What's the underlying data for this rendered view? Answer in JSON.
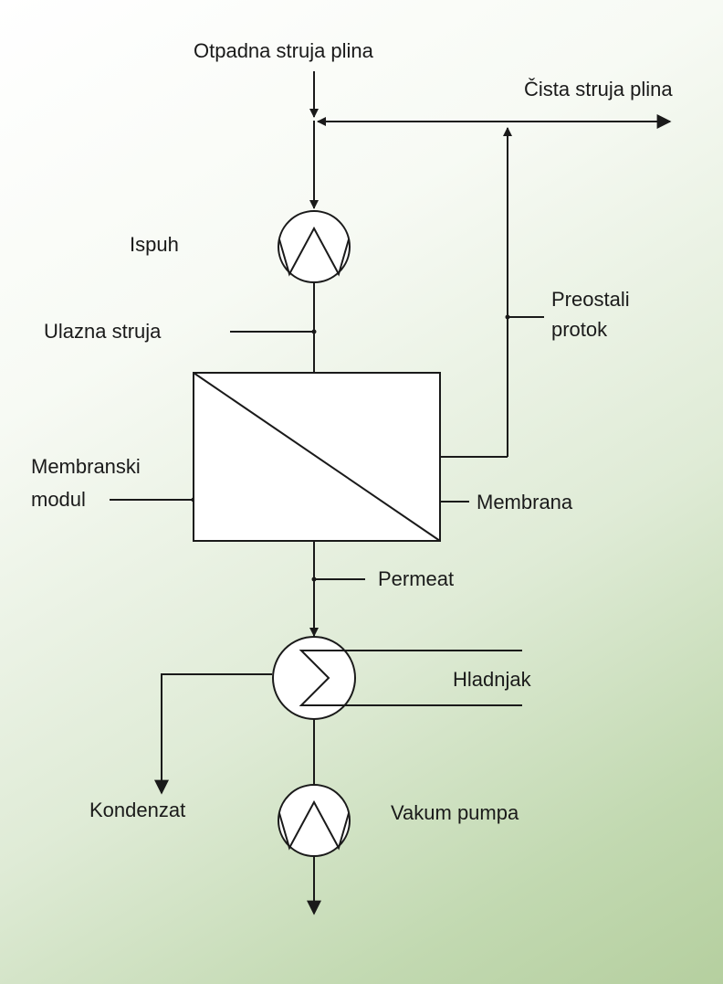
{
  "labels": {
    "waste_gas_stream": "Otpadna struja plina",
    "clean_gas_stream": "Čista struja plina",
    "exhaust_fan": "Ispuh",
    "inlet_stream": "Ulazna struja",
    "retentate_line1": "Preostali",
    "retentate_line2": "protok",
    "membrane_module_line1": "Membranski",
    "membrane_module_line2": "modul",
    "membrane": "Membrana",
    "permeate": "Permeat",
    "cooler": "Hladnjak",
    "condensate": "Kondenzat",
    "vacuum_pump": "Vakum pumpa"
  },
  "colors": {
    "line": "#1a1a1a",
    "fill": "#ffffff",
    "background_start": "#ffffff",
    "background_end": "#b5cf9f"
  },
  "icons": {
    "exhaust_fan": "fan-icon",
    "cooler": "heat-exchanger-icon",
    "vacuum_pump": "pump-icon"
  }
}
